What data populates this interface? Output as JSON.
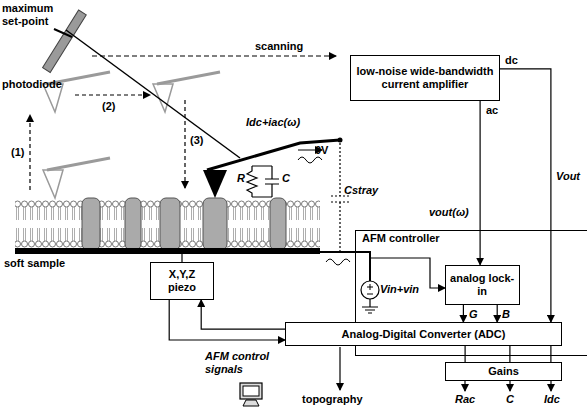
{
  "diagram": {
    "nodes": [
      {
        "text": [
          "low-noise wide-bandwidth current amplifier"
        ]
      },
      {
        "text": [
          "AFM controller"
        ]
      },
      {
        "text": [
          "analog lock-in"
        ],
        "in": 1
      },
      {
        "text": [
          "X,Y,Z piezo"
        ]
      },
      {
        "text": [
          "Analog-Digital Converter (ADC)"
        ]
      },
      {
        "text": [
          "Gains"
        ]
      }
    ],
    "edges": [
      {
        "from": 0,
        "to": 4,
        "arrow": "to",
        "label": "Vout"
      },
      {
        "from": 0,
        "to": 2,
        "arrow": "to",
        "label": "vout(ω)"
      },
      {
        "from": 2,
        "to": 4,
        "arrow": "to",
        "label": "G"
      },
      {
        "from": 2,
        "to": 4,
        "arrow": "to",
        "label": "B"
      },
      {
        "from": 4,
        "to": 5,
        "arrow": "none"
      },
      {
        "from": 4,
        "to": 5,
        "arrow": "none"
      },
      {
        "from": 4,
        "to": 5,
        "arrow": "none"
      },
      {
        "from": 4,
        "to": 3,
        "arrow": "to",
        "label": "AFM control signals"
      },
      {
        "from": 3,
        "to": 4,
        "arrow": "to"
      }
    ],
    "labels": [
      "maximum set-point",
      "photodiode",
      "scanning",
      "(1)",
      "(2)",
      "(3)",
      "soft sample",
      "R",
      "C",
      "Idc+iac(ω)",
      "0V",
      "Cstray",
      "dc",
      "ac",
      "Vin+vin",
      "topography",
      "Rac",
      "C",
      "Idc"
    ]
  }
}
